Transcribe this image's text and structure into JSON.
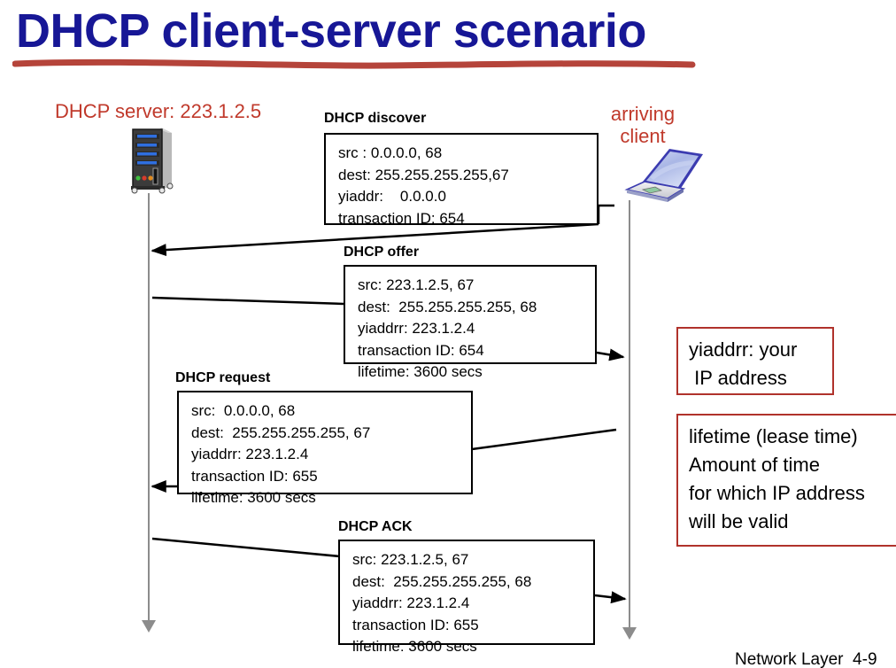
{
  "slide": {
    "title": "DHCP client-server scenario",
    "footer": "Network Layer  4-9",
    "title_color": "#171796",
    "rule_color": "#b5443a",
    "label_color": "#c0392b",
    "note_border_color": "#b0322b"
  },
  "actors": {
    "server": {
      "label": "DHCP server: 223.1.2.5",
      "icon": "server-tower-icon"
    },
    "client": {
      "label_line1": "arriving",
      "label_line2": "client",
      "icon": "laptop-icon"
    }
  },
  "messages": [
    {
      "title": "DHCP discover",
      "lines": [
        "src : 0.0.0.0, 68",
        "dest: 255.255.255.255,67",
        "yiaddr:    0.0.0.0",
        "transaction ID: 654"
      ]
    },
    {
      "title": "DHCP offer",
      "lines": [
        "src: 223.1.2.5, 67",
        "dest:  255.255.255.255, 68",
        "yiaddrr: 223.1.2.4",
        "transaction ID: 654",
        "lifetime: 3600 secs"
      ]
    },
    {
      "title": "DHCP request",
      "lines": [
        "src:  0.0.0.0, 68",
        "dest:  255.255.255.255, 67",
        "yiaddrr: 223.1.2.4",
        "transaction ID: 655",
        "lifetime: 3600 secs"
      ]
    },
    {
      "title": "DHCP ACK",
      "lines": [
        "src: 223.1.2.5, 67",
        "dest:  255.255.255.255, 68",
        "yiaddrr: 223.1.2.4",
        "transaction ID: 655",
        "lifetime: 3600 secs"
      ]
    }
  ],
  "notes": [
    {
      "lines": [
        "yiaddrr: your",
        " IP address"
      ]
    },
    {
      "lines": [
        "lifetime (lease time)",
        "Amount of time",
        "for which IP address",
        "will be valid"
      ]
    }
  ]
}
